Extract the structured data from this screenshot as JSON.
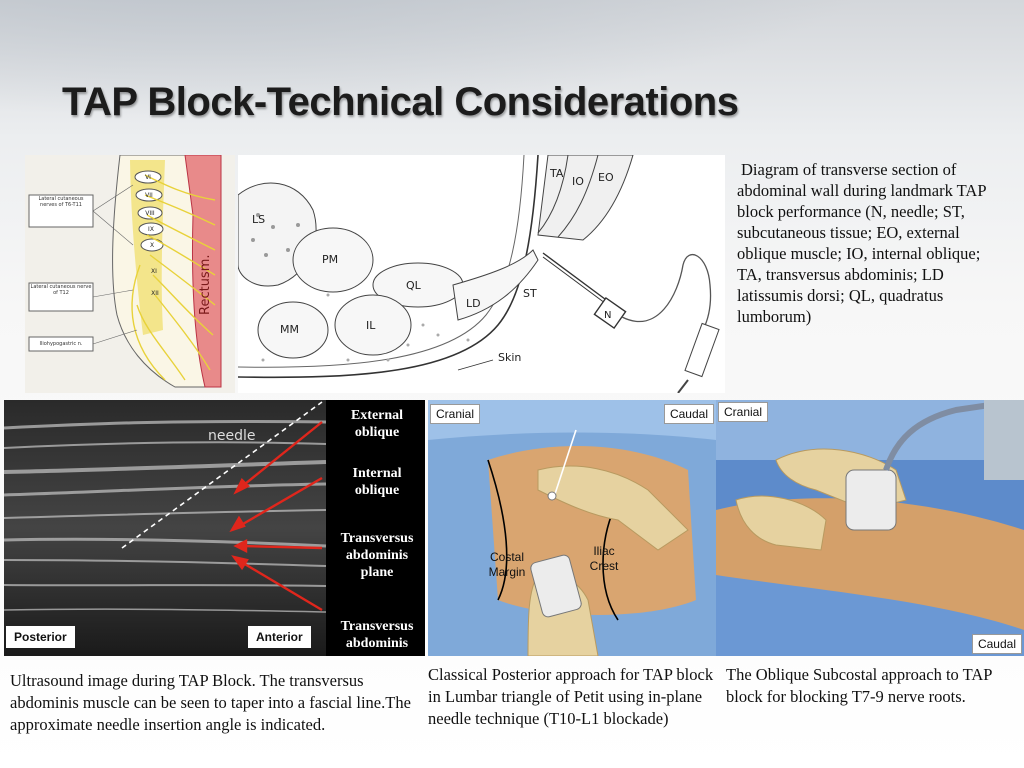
{
  "title": "TAP Block-Technical Considerations",
  "nerve_diagram": {
    "rectus_label": "Rectusm.",
    "callout_1": "Lateral cutaneous nerves of T6-T11",
    "callout_2": "Lateral cutaneous nerve of T12",
    "callout_3": "Iliohypogastric n.",
    "segments": [
      "VI",
      "VII",
      "VIII",
      "IX",
      "X",
      "XI",
      "XII"
    ]
  },
  "cross_section": {
    "labels": {
      "ta": "TA",
      "io": "IO",
      "eo": "EO",
      "ls": "LS",
      "pm": "PM",
      "ql": "QL",
      "ld": "LD",
      "st": "ST",
      "mm": "MM",
      "il": "IL",
      "n": "N",
      "skin": "Skin"
    },
    "caption": "Diagram of transverse section of abdominal wall during landmark TAP block performance (N, needle; ST, subcutaneous tissue; EO, external oblique muscle; IO, internal oblique; TA, transversus abdominis; LD latissumis dorsi; QL, quadratus lumborum)"
  },
  "ultrasound": {
    "needle_label": "needle",
    "posterior": "Posterior",
    "anterior": "Anterior",
    "layer_labels": [
      "External oblique",
      "Internal oblique",
      "Transversus abdominis plane",
      "Transversus abdominis"
    ],
    "caption": "Ultrasound image during  TAP Block. The transversus abdominis muscle can be seen to taper into a fascial line.The approximate needle insertion angle is indicated."
  },
  "posterior_approach": {
    "cranial": "Cranial",
    "caudal": "Caudal",
    "costal_margin": "Costal Margin",
    "iliac_crest": "Iliac Crest",
    "caption": "Classical Posterior approach for TAP block in Lumbar triangle of Petit using in-plane needle technique (T10-L1 blockade)"
  },
  "subcostal_approach": {
    "cranial": "Cranial",
    "caudal": "Caudal",
    "caption": "The Oblique Subcostal approach to TAP block for blocking T7-9 nerve roots."
  },
  "colors": {
    "accent_red": "#e0261c",
    "drape_blue": "#6e9fd6",
    "rectus_pink": "#e88a8a",
    "glove": "#e6d2a0"
  }
}
